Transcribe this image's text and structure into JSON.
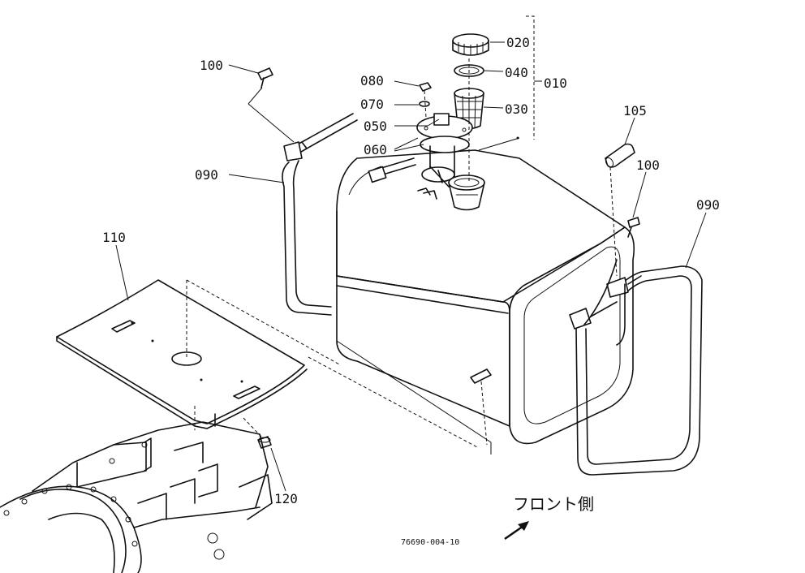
{
  "diagram": {
    "parts": {
      "p020": "020",
      "p040": "040",
      "p010": "010",
      "p030": "030",
      "p080": "080",
      "p070": "070",
      "p050": "050",
      "p060": "060",
      "p100a": "100",
      "p100b": "100",
      "p105": "105",
      "p090a": "090",
      "p090b": "090",
      "p110": "110",
      "p120": "120"
    },
    "front_label": "フロント側",
    "drawing_code": "76690-004-10"
  }
}
